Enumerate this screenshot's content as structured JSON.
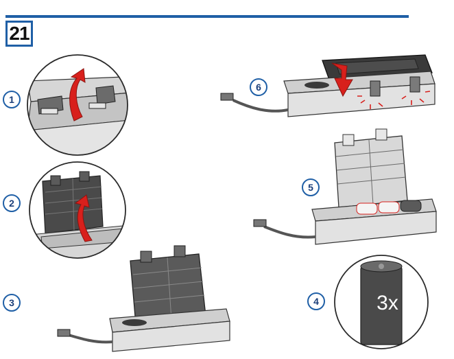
{
  "step": {
    "number": "21"
  },
  "substeps": [
    {
      "label": "1"
    },
    {
      "label": "2"
    },
    {
      "label": "3"
    },
    {
      "label": "4"
    },
    {
      "label": "5"
    },
    {
      "label": "6"
    }
  ],
  "battery": {
    "quantity_label": "3x"
  },
  "colors": {
    "accent": "#1f5fa6",
    "arrow": "#d8201c",
    "housing_dark": "#3a3a3a",
    "housing_light": "#d6d6d6",
    "battery": "#4a4a4a"
  },
  "icons": [
    "rotate-arrow-icon",
    "press-down-arrow-icon",
    "click-mark-icon",
    "battery-icon",
    "usb-plug-icon"
  ]
}
